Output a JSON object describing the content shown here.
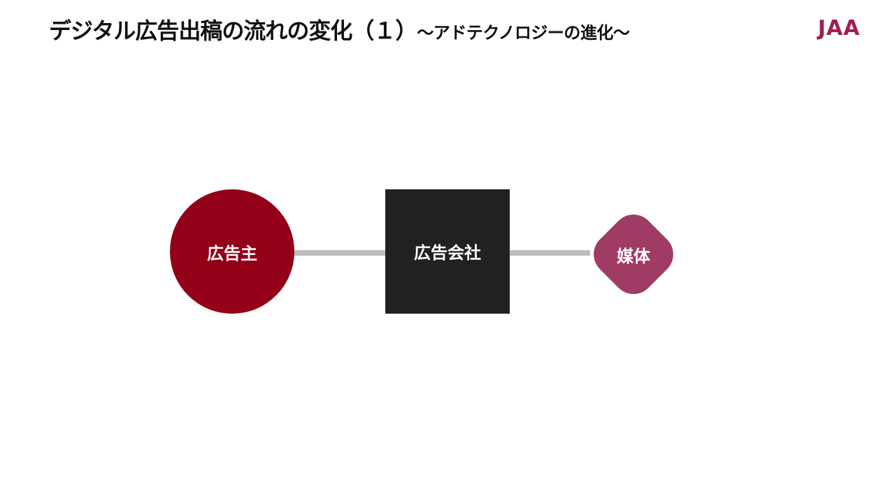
{
  "header": {
    "title_main": "デジタル広告出稿の流れの変化（１）",
    "title_sub": "～アドテクノロジーの進化～"
  },
  "logo": {
    "text": "JAA",
    "color": "#a01e55"
  },
  "diagram": {
    "nodes": [
      {
        "id": "advertiser",
        "label": "広告主",
        "shape": "circle",
        "color": "#930017"
      },
      {
        "id": "agency",
        "label": "広告会社",
        "shape": "square",
        "color": "#212121"
      },
      {
        "id": "media",
        "label": "媒体",
        "shape": "rounded-diamond",
        "color": "#a03b65"
      }
    ],
    "connector_color": "#bdbdbd"
  }
}
